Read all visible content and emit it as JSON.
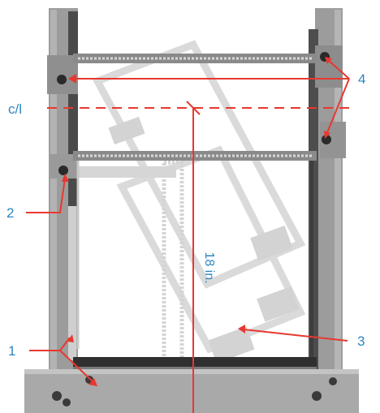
{
  "figure": {
    "callouts": [
      {
        "id": "1",
        "text": "1"
      },
      {
        "id": "2",
        "text": "2"
      },
      {
        "id": "3",
        "text": "3"
      },
      {
        "id": "4",
        "text": "4"
      }
    ],
    "centerline_label": "c/l",
    "dimension_label": "18 in.",
    "colors": {
      "label_blue": "#2e86c1",
      "arrow_red": "#e8382f",
      "frame_gray": "#9c9c9c",
      "frame_dark": "#555555",
      "ghost_gray": "#d4d4d4"
    }
  }
}
